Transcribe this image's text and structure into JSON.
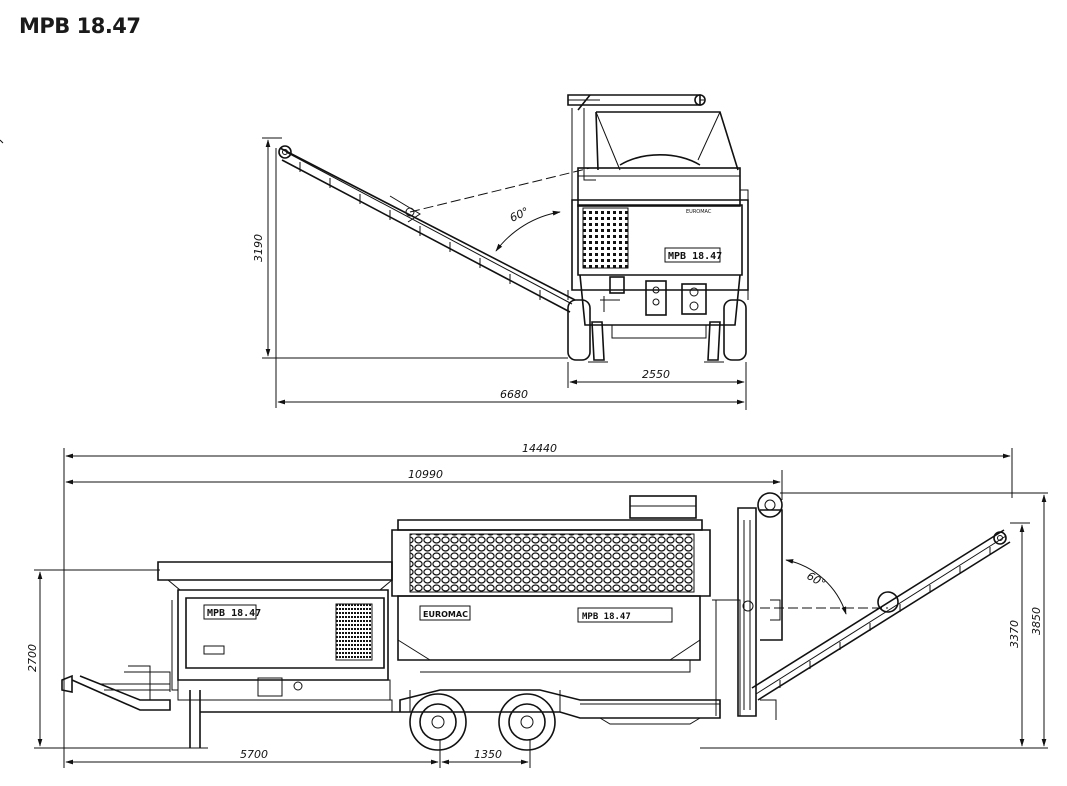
{
  "title": "MPB 18.47",
  "front_view": {
    "height_label": "3190",
    "width_label": "2550",
    "total_width_label": "6680",
    "angle_label": "60°",
    "panel_label": "MPB 18.47",
    "brand_label": "EUROMAC"
  },
  "side_view": {
    "total_length_label": "14440",
    "body_length_label": "10990",
    "left_height_label": "2700",
    "discharge_height_label": "3370",
    "max_height_label": "3850",
    "hitch_to_axle_label": "5700",
    "axle_spacing_label": "1350",
    "angle_label": "60°",
    "panel_label": "MPB 18.47",
    "drum_label": "MPB 18.47",
    "brand_label": "EUROMAC"
  },
  "colors": {
    "line": "#111111",
    "background": "#ffffff"
  }
}
